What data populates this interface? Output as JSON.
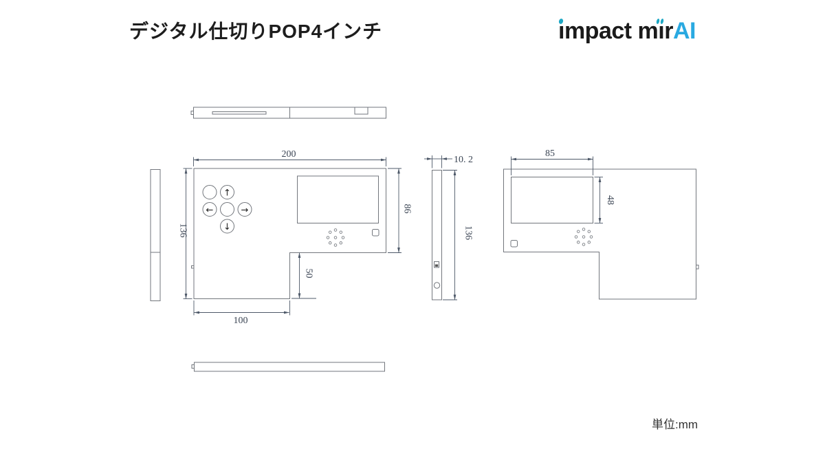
{
  "page": {
    "title": "デジタル仕切りPOP4インチ",
    "unit_label": "単位:mm"
  },
  "logo": {
    "part_i1": "ı",
    "part_mid": "mpact m",
    "part_i2": "ı",
    "part_r": "r",
    "part_ai": "AI",
    "accent_color": "#29a9e1",
    "dot_color": "#1ca7c4"
  },
  "dims": {
    "front_width": "200",
    "front_height": "136",
    "front_right_height": "86",
    "front_step_height": "50",
    "front_bottom_width": "100",
    "side_thickness": "10. 2",
    "side_height": "136",
    "back_screen_width": "85",
    "back_screen_height": "48"
  },
  "icons": {
    "up_arrow": "↑",
    "down_arrow": "↓",
    "left_arrow": "←",
    "right_arrow": "→"
  },
  "colors": {
    "outline": "#72767c",
    "dimension_line": "#4d5868",
    "dimension_text": "#3b4554",
    "title_text": "#1d1d1d"
  }
}
